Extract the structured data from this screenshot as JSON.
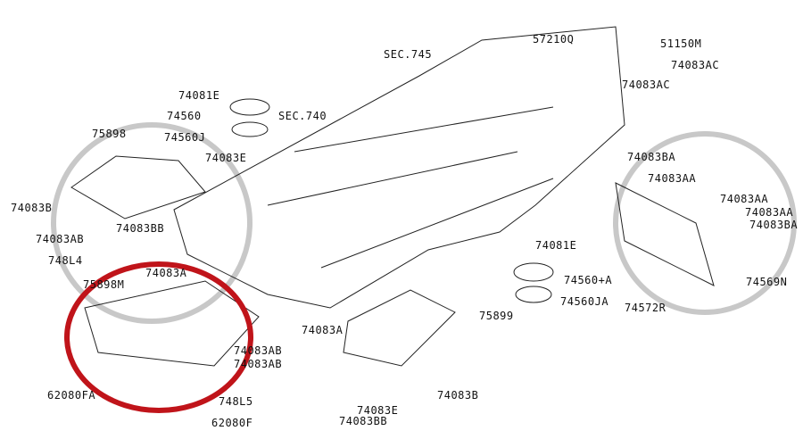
{
  "colors": {
    "line": "#222222",
    "highlight": "#c0141a",
    "watermark": "#c8c8c8"
  },
  "section_refs": {
    "sec745": "SEC.745",
    "sec740": "SEC.740"
  },
  "parts": {
    "p57210Q": "57210Q",
    "p51150M": "51150M",
    "p74083AC_1": "74083AC",
    "p74083AC_2": "74083AC",
    "p74081E_1": "74081E",
    "p74560": "74560",
    "p74560J": "74560J",
    "p75898": "75898",
    "p74083E_1": "74083E",
    "p74083B_1": "74083B",
    "p74083AB_1": "74083AB",
    "p74083BB_1": "74083BB",
    "p748L4": "748L4",
    "p74083A_1": "74083A",
    "p75898M": "75898M",
    "p74083BA_1": "74083BA",
    "p74083AA_1": "74083AA",
    "p74083AA_2": "74083AA",
    "p74083AA_3": "74083AA",
    "p74083BA_2": "74083BA",
    "p74081E_2": "74081E",
    "p74560A": "74560+A",
    "p74569N": "74569N",
    "p74560JA": "74560JA",
    "p74572R": "74572R",
    "p75899": "75899",
    "p74083A_2": "74083A",
    "p74083AB_2": "74083AB",
    "p74083AB_3": "74083AB",
    "p748L5": "748L5",
    "p62080FA": "62080FA",
    "p62080F": "62080F",
    "p74083B_2": "74083B",
    "p74083E_2": "74083E",
    "p74083BB_2": "74083BB"
  }
}
